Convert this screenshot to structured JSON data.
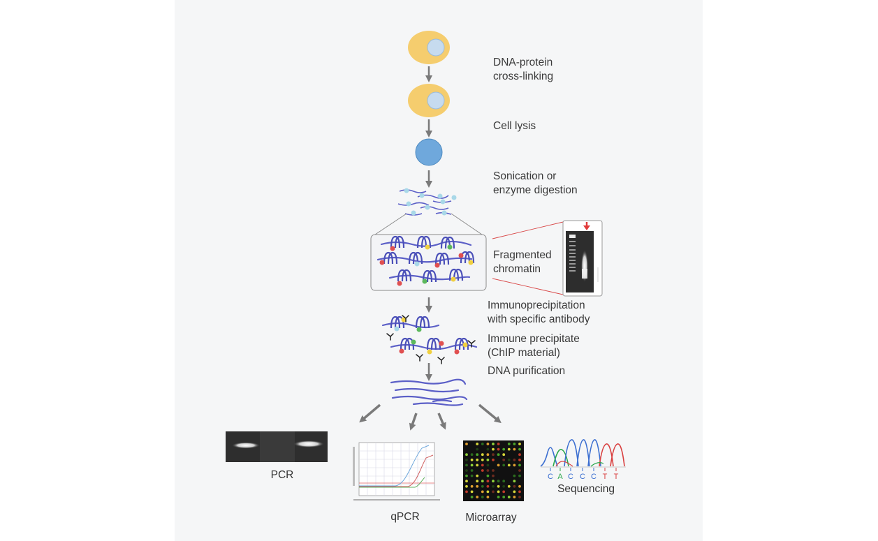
{
  "steps": {
    "crosslink": {
      "line1": "DNA-protein",
      "line2": "cross-linking"
    },
    "lysis": "Cell lysis",
    "sonication": {
      "line1": "Sonication or",
      "line2": "enzyme digestion"
    },
    "fragmented": {
      "line1": "Fragmented",
      "line2": "chromatin"
    },
    "ip": {
      "line1": "Immunoprecipitation",
      "line2": "with specific antibody"
    },
    "immune": {
      "line1": "Immune precipitate",
      "line2": "(ChIP material)"
    },
    "purification": "DNA purification"
  },
  "outputs": {
    "pcr": "PCR",
    "qpcr": "qPCR",
    "microarray": "Microarray",
    "sequencing": "Sequencing",
    "bases": [
      "C",
      "A",
      "C",
      "C",
      "C",
      "T",
      "T"
    ]
  },
  "colors": {
    "cell": "#f5cd6e",
    "nucleus": "#c6dbef",
    "lysed": "#6fa8dc",
    "dna": "#5b5fc7",
    "arrow": "#7a7a7a",
    "red": "#e05050",
    "green": "#5cb85c",
    "yellow": "#f0d040"
  }
}
